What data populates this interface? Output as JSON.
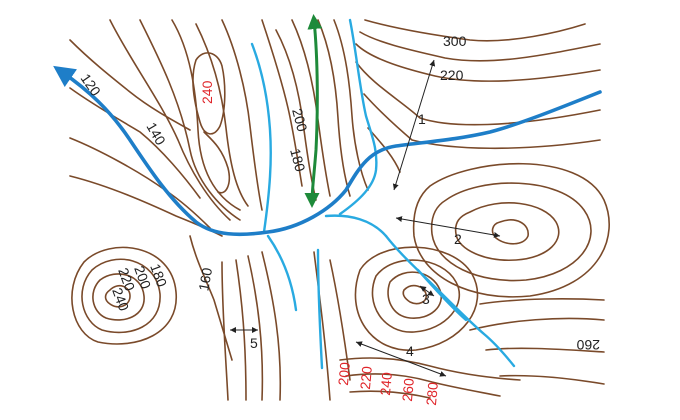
{
  "colors": {
    "contour": "#7a4a2a",
    "stream": "#29aae1",
    "river": "#1e7ec8",
    "ridge_arrow": "#1e8a3a",
    "highlight_label": "#e0262b"
  },
  "contour_labels": {
    "c300": "300",
    "c220_top": "220",
    "c120": "120",
    "c140": "140",
    "c240_red": "240",
    "c200": "200",
    "c180": "180",
    "c160": "160",
    "hill_180": "180",
    "hill_200": "200",
    "hill_220": "220",
    "hill_240": "240",
    "c260": "260",
    "r200": "200",
    "r220": "220",
    "r240": "240",
    "r260": "260",
    "r280": "280"
  },
  "measure_labels": {
    "m1": "1",
    "m2": "2",
    "m3": "3",
    "m4": "4",
    "m5": "5"
  },
  "icons": {
    "river": "river-flow-arrow",
    "ridge": "ridge-double-arrow"
  }
}
